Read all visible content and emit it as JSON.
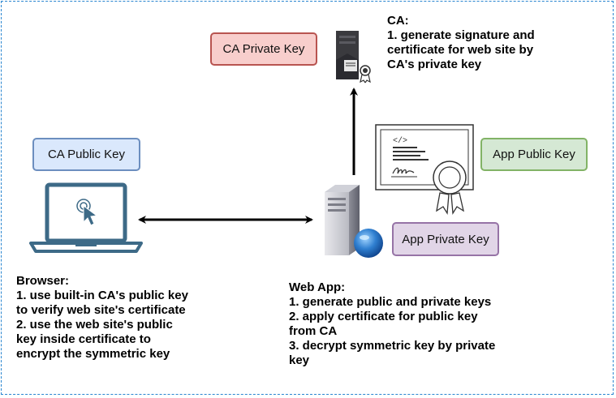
{
  "keys": {
    "ca_private": "CA Private Key",
    "ca_public": "CA Public Key",
    "app_public": "App Public Key",
    "app_private": "App Private Key"
  },
  "ca": {
    "title": "CA:",
    "lines": [
      "1. generate signature and",
      "certificate for web site by",
      "CA's private key"
    ]
  },
  "browser": {
    "title": "Browser:",
    "lines": [
      "1. use built-in CA's public key",
      "to verify web site's certificate",
      "2. use the web site's public",
      "key inside certificate to",
      "encrypt the symmetric key"
    ]
  },
  "webapp": {
    "title": "Web App:",
    "lines": [
      "1. generate public and private keys",
      "2. apply certificate for public key",
      "from CA",
      "3. decrypt symmetric key by private",
      "key"
    ]
  },
  "certificate": {
    "code_tag": "</>"
  },
  "colors": {
    "frame_border": "#2a86d0",
    "ca_private_fill": "#f8cecc",
    "ca_private_border": "#b85450",
    "ca_public_fill": "#dae8fc",
    "ca_public_border": "#6c8ebf",
    "app_public_fill": "#d5e8d4",
    "app_public_border": "#82b366",
    "app_private_fill": "#e1d5e7",
    "app_private_border": "#9673a6",
    "laptop": "#3d6a87"
  }
}
